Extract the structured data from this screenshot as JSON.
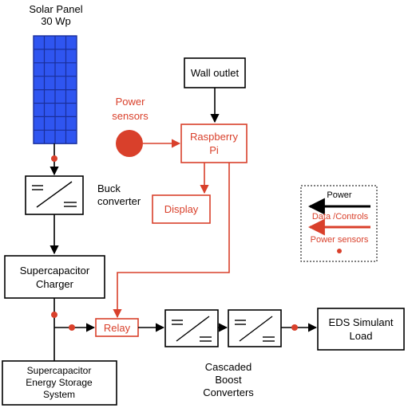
{
  "colors": {
    "power": "#000000",
    "data": "#d9402b",
    "sensor": "#d9402b",
    "panel_fill": "#2f55f0",
    "panel_grid": "#1a2f9a"
  },
  "solar_panel": {
    "title_line1": "Solar Panel",
    "title_line2": "30 Wp"
  },
  "buck_converter": {
    "label_line1": "Buck",
    "label_line2": "converter"
  },
  "wall_outlet": {
    "label": "Wall outlet"
  },
  "power_sensors": {
    "label_line1": "Power",
    "label_line2": "sensors"
  },
  "raspberry_pi": {
    "label_line1": "Raspberry",
    "label_line2": "Pi"
  },
  "display": {
    "label": "Display"
  },
  "supercap_charger": {
    "label_line1": "Supercapacitor",
    "label_line2": "Charger"
  },
  "relay": {
    "label": "Relay"
  },
  "eds_load": {
    "label_line1": "EDS Simulant",
    "label_line2": "Load"
  },
  "storage": {
    "label_line1": "Supercapacitor",
    "label_line2": "Energy Storage",
    "label_line3": "System"
  },
  "boost": {
    "label_line1": "Cascaded",
    "label_line2": "Boost",
    "label_line3": "Converters"
  },
  "legend": {
    "power": "Power",
    "data": "Data /Controls",
    "sensors": "Power sensors"
  }
}
